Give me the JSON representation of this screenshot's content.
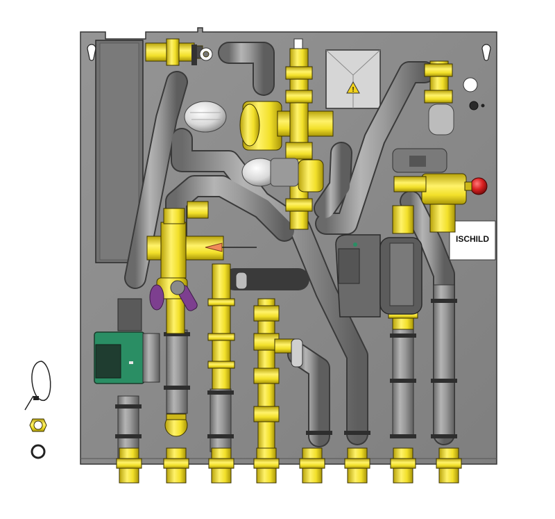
{
  "nameplate": {
    "text": "ISCHILD"
  },
  "accessories": {
    "items": [
      "cable-tie-loop",
      "threaded-fitting",
      "seal-ring"
    ]
  },
  "colors": {
    "panel": "#8a8a8a",
    "pipe": "#8e8e8e",
    "brass": "#f2e02a",
    "pump_green": "#2a8e64",
    "dark": "#4a4a4a",
    "accent_red": "#d92020",
    "accent_purple": "#7d3f8f"
  }
}
